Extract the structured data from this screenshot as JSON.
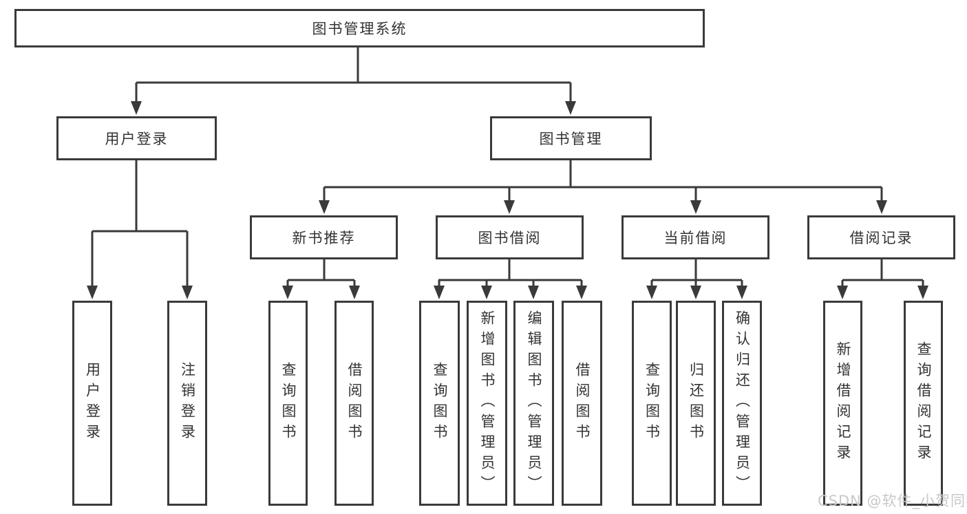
{
  "tree": {
    "root": {
      "label": "图书管理系统"
    },
    "branches": [
      {
        "label": "用户登录",
        "children": [
          {
            "label": "用户登录"
          },
          {
            "label": "注销登录"
          }
        ]
      },
      {
        "label": "图书管理",
        "children": [
          {
            "label": "新书推荐",
            "children": [
              {
                "label": "查询图书"
              },
              {
                "label": "借阅图书"
              }
            ]
          },
          {
            "label": "图书借阅",
            "children": [
              {
                "label": "查询图书"
              },
              {
                "label": "新增图书（管理员）"
              },
              {
                "label": "编辑图书（管理员）"
              },
              {
                "label": "借阅图书"
              }
            ]
          },
          {
            "label": "当前借阅",
            "children": [
              {
                "label": "查询图书"
              },
              {
                "label": "归还图书"
              },
              {
                "label": "确认归还（管理员）"
              }
            ]
          },
          {
            "label": "借阅记录",
            "children": [
              {
                "label": "新增借阅记录"
              },
              {
                "label": "查询借阅记录"
              }
            ]
          }
        ]
      }
    ]
  },
  "watermark": {
    "text": "CSDN @软件_小贺同学"
  },
  "colors": {
    "line": "#3a3a3a",
    "text": "#333333",
    "watermark": "#c8c8c8",
    "background": "#ffffff"
  }
}
